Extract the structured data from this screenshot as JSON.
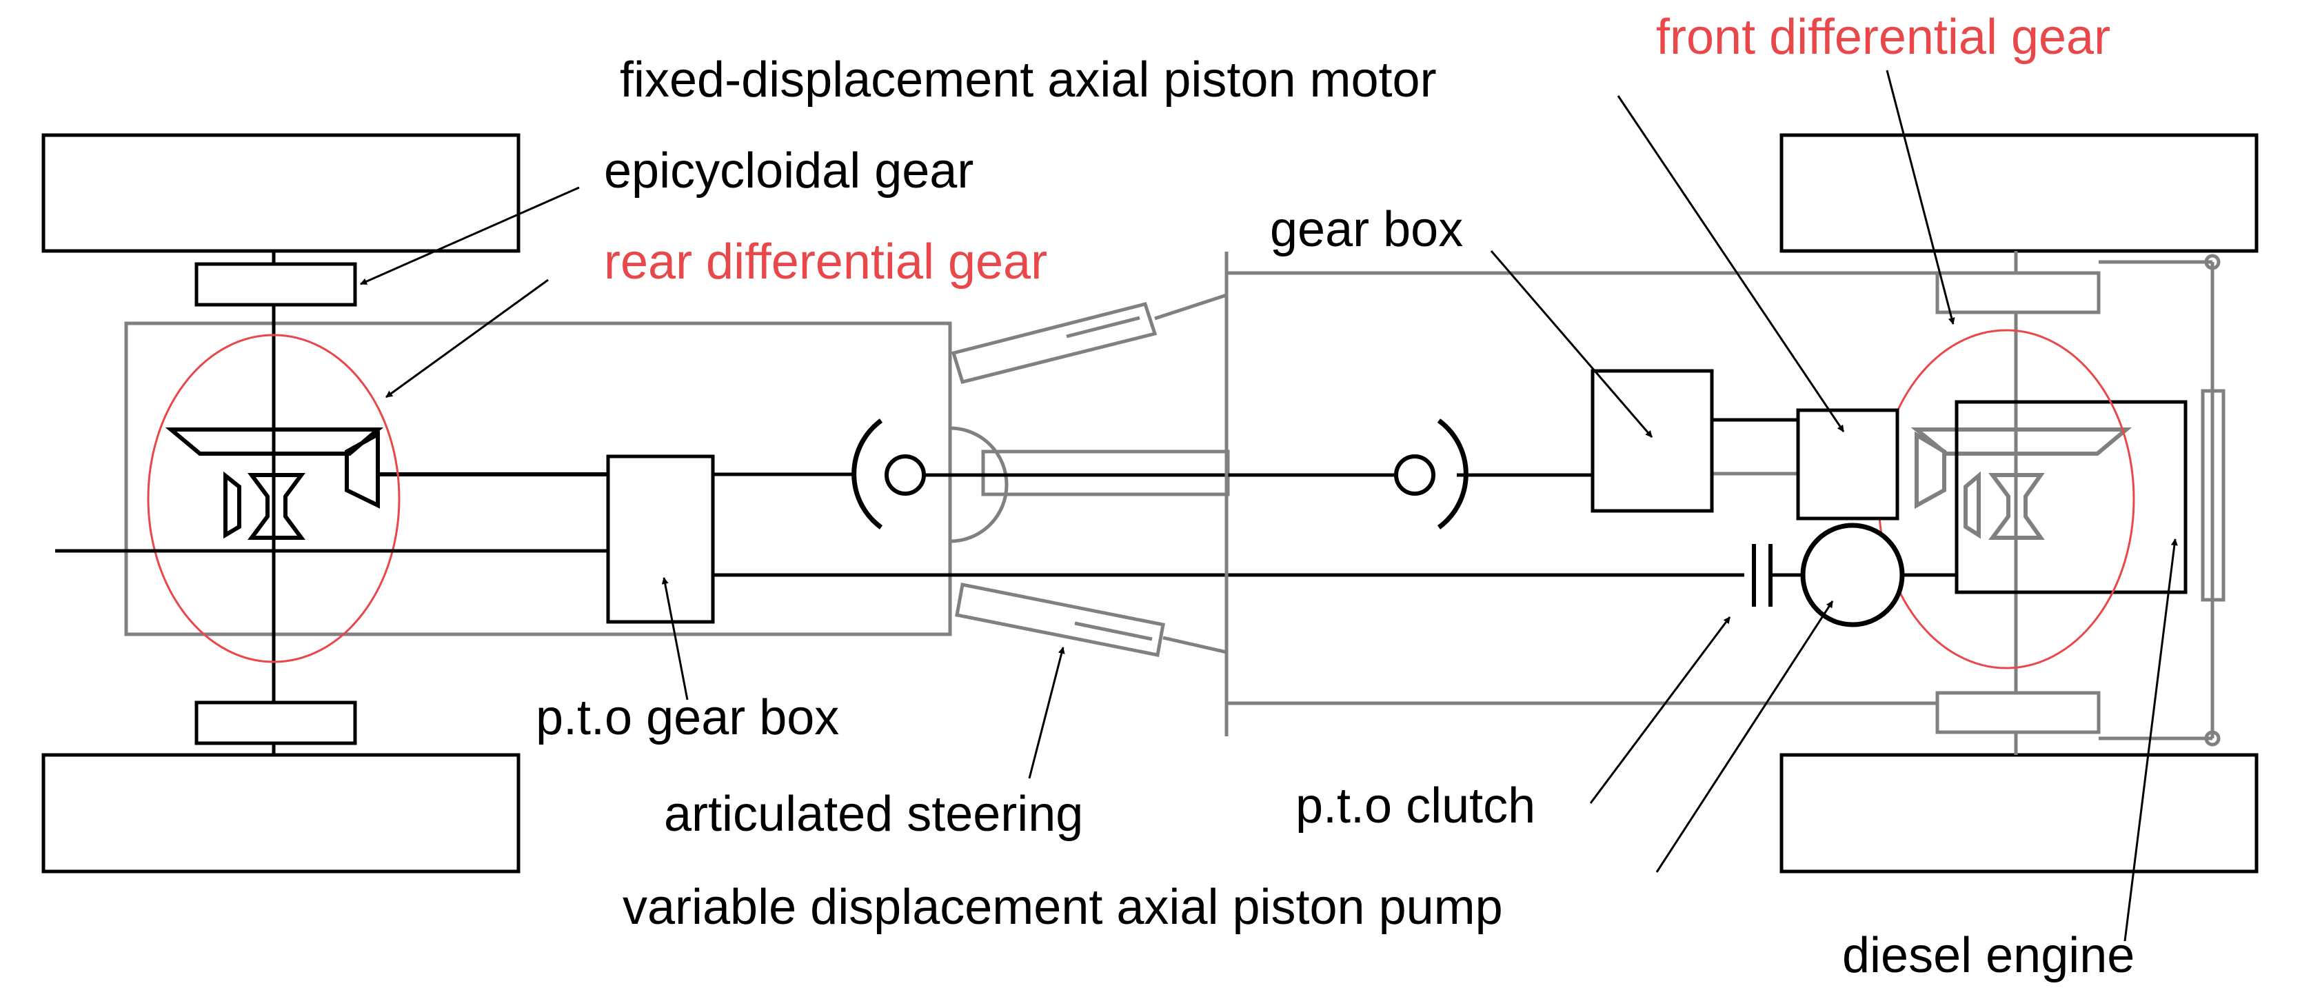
{
  "labels": {
    "front_differential_gear": "front differential gear",
    "fixed_displacement_motor": "fixed-displacement axial piston motor",
    "epicycloidal_gear": "epicycloidal gear",
    "rear_differential_gear": "rear differential gear",
    "gear_box": "gear box",
    "pto_gear_box": "p.t.o gear box",
    "articulated_steering": "articulated steering",
    "pto_clutch": "p.t.o clutch",
    "variable_displacement_pump": "variable displacement axial piston pump",
    "diesel_engine": "diesel engine"
  },
  "colors": {
    "line_black": "#000000",
    "line_gray": "#808080",
    "highlight_red": "#e8484a"
  }
}
